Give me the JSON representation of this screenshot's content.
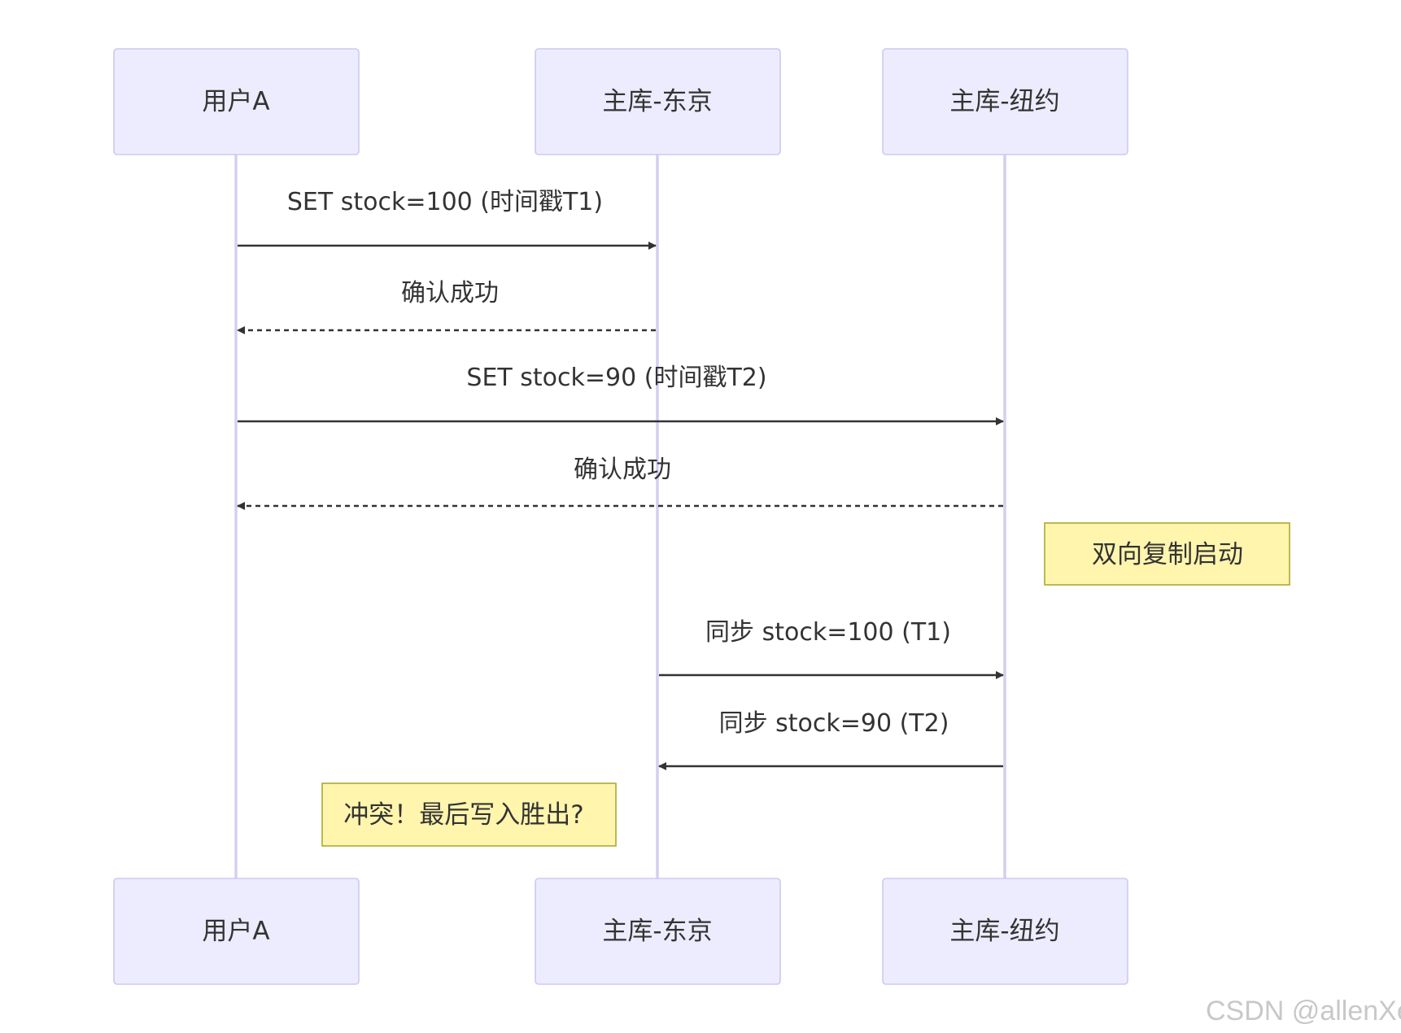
{
  "actors": [
    {
      "id": "user",
      "label": "用户A"
    },
    {
      "id": "tokyo",
      "label": "主库-东京"
    },
    {
      "id": "newyork",
      "label": "主库-纽约"
    }
  ],
  "messages": [
    {
      "from": "user",
      "to": "tokyo",
      "label": "SET stock=100 (时间戳T1)",
      "style": "solid"
    },
    {
      "from": "tokyo",
      "to": "user",
      "label": "确认成功",
      "style": "dashed"
    },
    {
      "from": "user",
      "to": "newyork",
      "label": "SET stock=90 (时间戳T2)",
      "style": "solid"
    },
    {
      "from": "newyork",
      "to": "user",
      "label": "确认成功",
      "style": "dashed"
    },
    {
      "from": "tokyo",
      "to": "newyork",
      "label": "同步 stock=100 (T1)",
      "style": "solid"
    },
    {
      "from": "newyork",
      "to": "tokyo",
      "label": "同步 stock=90 (T2)",
      "style": "solid"
    }
  ],
  "notes": [
    {
      "text": "双向复制启动",
      "position": "right of 主库-纽约"
    },
    {
      "text": "冲突！最后写入胜出?",
      "position": "over 用户A and 主库-东京"
    }
  ],
  "colors": {
    "actor_fill": "#ececfe",
    "actor_stroke": "#cfc8f2",
    "lifeline": "#d4cff0",
    "arrow": "#333333",
    "note_fill": "#fff5ad",
    "note_stroke": "#aaaa33"
  },
  "watermark": "CSDN @allenXer"
}
